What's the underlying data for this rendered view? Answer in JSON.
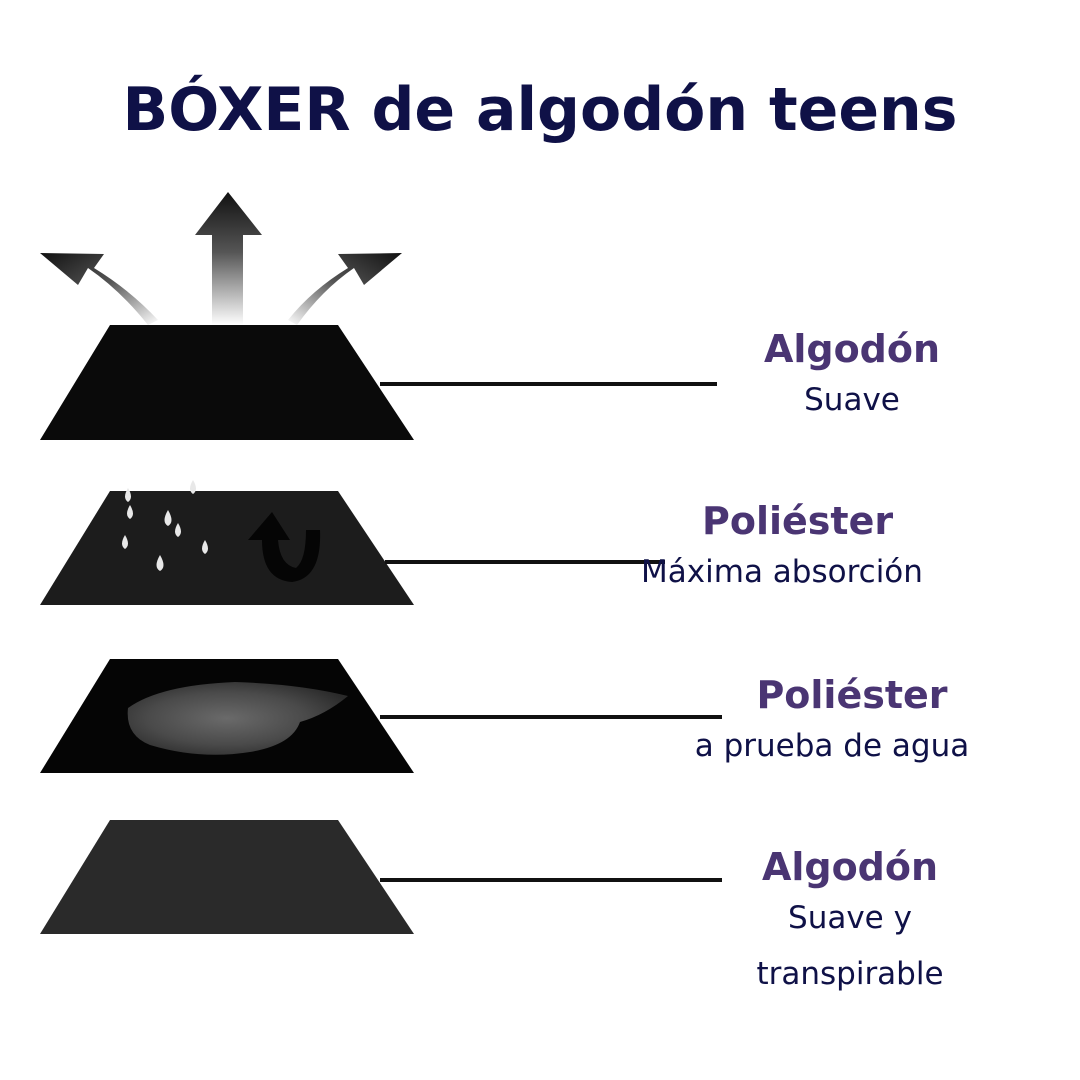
{
  "title": "BÓXER de algodón teens",
  "colors": {
    "title": "#0f1147",
    "layer_name": "#4a3573",
    "layer_desc": "#0f1147",
    "layer_fill": "#111111"
  },
  "layers": [
    {
      "name": "Algodón",
      "desc": "Suave",
      "icon": "breathable-arrows-icon"
    },
    {
      "name": "Poliéster",
      "desc": "Máxima absorción",
      "icon": "water-drops-icon"
    },
    {
      "name": "Poliéster",
      "desc": "a prueba de agua",
      "icon": "water-stain-icon"
    },
    {
      "name": "Algodón",
      "desc": "Suave y\ntranspirable",
      "icon": null
    }
  ]
}
